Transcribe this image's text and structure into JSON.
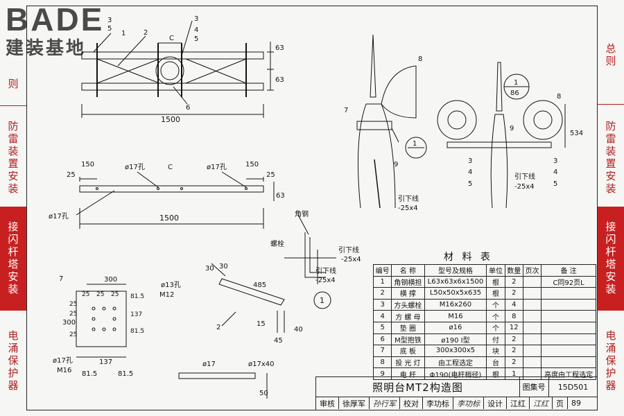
{
  "logo": {
    "main": "BADE",
    "sub": "建装基地"
  },
  "left_nav": [
    {
      "label": "则"
    },
    {
      "label": "防雷装置安装"
    },
    {
      "label": "接闪杆塔安装",
      "active": true
    },
    {
      "label": "电涌保护器"
    }
  ],
  "right_nav": [
    {
      "label": "总则"
    },
    {
      "label": "防雷装置安装"
    },
    {
      "label": "接闪杆塔安装",
      "active": true
    },
    {
      "label": "电涌保护器"
    }
  ],
  "drawing_labels": {
    "plan_total": "1500",
    "dim_63a": "63",
    "dim_63b": "63",
    "dim_c": "C",
    "cb_150a": "150",
    "cb_150b": "150",
    "cb_25a": "25",
    "cb_25b": "25",
    "cb_hole17a": "ø17孔",
    "cb_hole17b": "ø17孔",
    "cb_hole17c": "ø17孔",
    "cb_total": "1500",
    "cb_63": "63",
    "lead_down1": "引下线",
    "lead_down1_size": "-25x4",
    "lead_down2": "引下线",
    "lead_down2_size": "-25x4",
    "lead_down3": "引下线",
    "lead_down3_size": "-25x4",
    "lead_down4": "引下线",
    "lead_down4_size": "-25x4",
    "angle_steel": "角钢",
    "bolt": "螺栓",
    "side_534": "534",
    "ref_1": "1",
    "ref_86": "86",
    "plate_300": "300",
    "plate_25a": "25",
    "plate_25b": "25",
    "plate_25c": "25",
    "plate_81a": "81.5",
    "plate_137a": "137",
    "plate_81b": "81.5",
    "plate_300v": "300",
    "plate_25v1": "25",
    "plate_25v2": "25",
    "plate_25v3": "25",
    "plate_hole13": "ø13孔",
    "plate_m12": "M12",
    "plate_hole17": "ø17孔",
    "plate_m16": "M16",
    "plate_815b1": "81.5",
    "plate_137b": "137",
    "plate_815b2": "81.5",
    "brace_30a": "30",
    "brace_30b": "30",
    "brace_485": "485",
    "brace_15": "15",
    "brace_45": "45",
    "brace_40": "40",
    "bar_phi17": "ø17",
    "bar_phi17x40": "ø17x40",
    "bar_50": "50",
    "nums": [
      "1",
      "2",
      "3",
      "4",
      "5",
      "6",
      "7",
      "8",
      "9"
    ]
  },
  "materials": {
    "title": "材 料 表",
    "headers": [
      "编号",
      "名 称",
      "型号及规格",
      "单位",
      "数量",
      "页次",
      "备 注"
    ],
    "rows": [
      [
        "1",
        "角钢横担",
        "L63x63x6x1500",
        "根",
        "2",
        "",
        "C同92页L"
      ],
      [
        "2",
        "横 撑",
        "L50x50x5x635",
        "根",
        "2",
        "",
        ""
      ],
      [
        "3",
        "方头螺栓",
        "M16x260",
        "个",
        "4",
        "",
        ""
      ],
      [
        "4",
        "方 螺 母",
        "M16",
        "个",
        "8",
        "",
        ""
      ],
      [
        "5",
        "垫 圈",
        "ø16",
        "个",
        "12",
        "",
        ""
      ],
      [
        "6",
        "M型抱铁",
        "ø190 Ⅰ型",
        "付",
        "2",
        "",
        ""
      ],
      [
        "7",
        "底 板",
        "300x300x5",
        "块",
        "2",
        "",
        ""
      ],
      [
        "8",
        "投 光 灯",
        "由工程选定",
        "台",
        "2",
        "",
        ""
      ],
      [
        "9",
        "电 杆",
        "Φ190(电杆梢径)",
        "根",
        "1",
        "",
        "高度由工程选定"
      ]
    ]
  },
  "title_block": {
    "title": "照明台MT2构造图",
    "atlas_label": "图集号",
    "atlas_no": "15D501",
    "page_label": "页",
    "page_no": "89",
    "review_label": "审核",
    "reviewer": "徐厚军",
    "reviewer_sig": "孙行军",
    "check_label": "校对",
    "checker": "李功标",
    "checker_sig": "李功标",
    "design_label": "设计",
    "designer": "江红",
    "designer_sig": "江红"
  }
}
